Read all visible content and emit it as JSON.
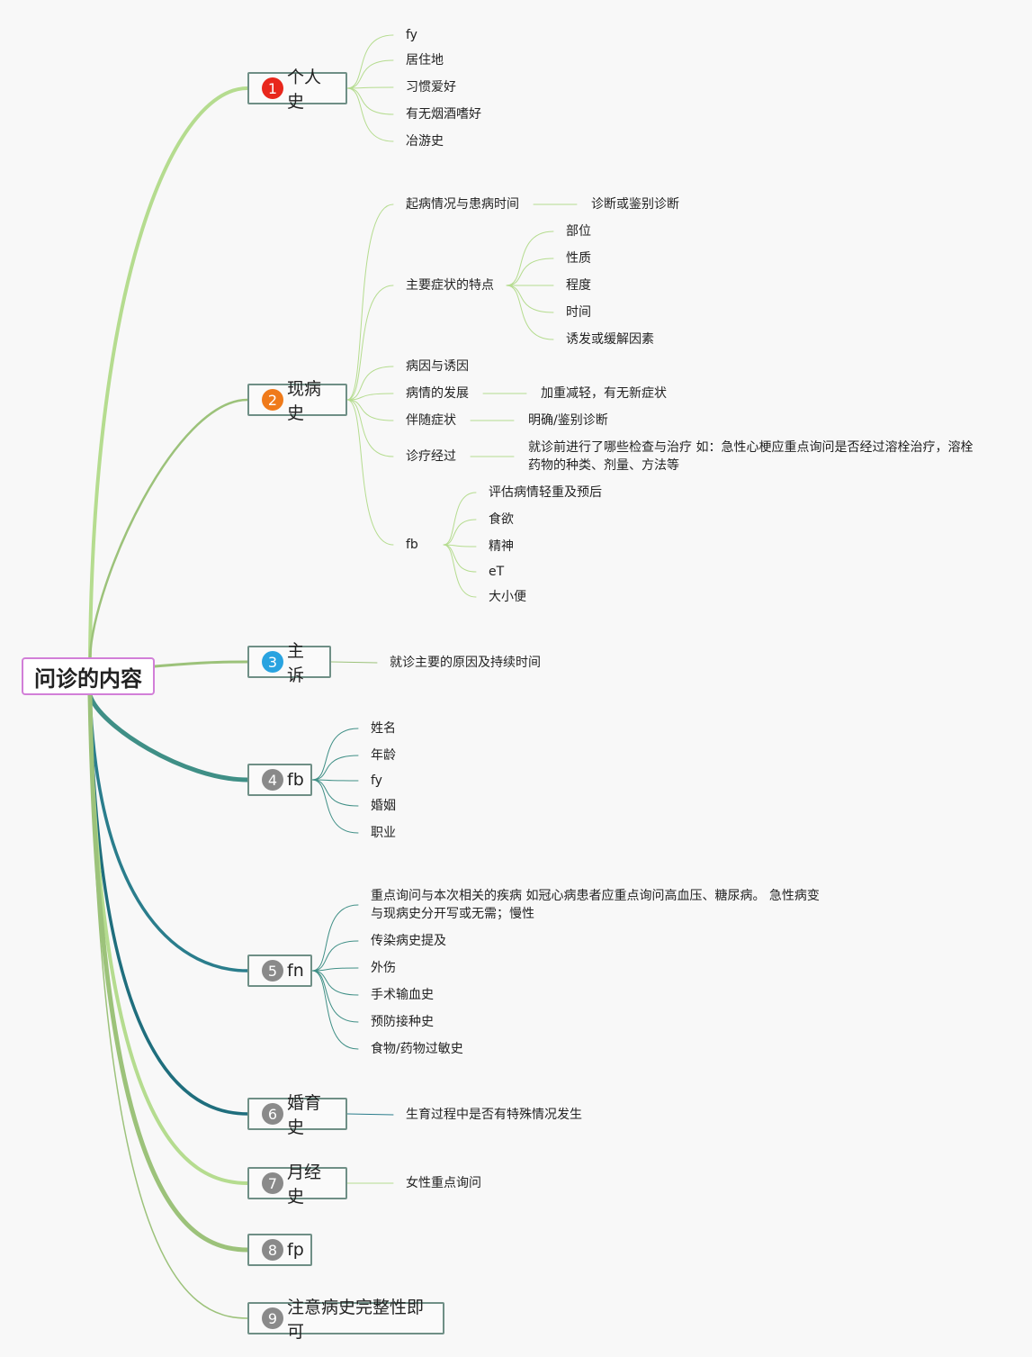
{
  "root": {
    "label": "问诊的内容"
  },
  "colors": {
    "root_border": "#d27fd8",
    "branch_border": "#6f8f86",
    "line_light_green": "#b5dc8f",
    "line_green": "#9cc27a",
    "line_teal": "#3f8f86",
    "line_blue_teal": "#2a7d8c",
    "line_navy_teal": "#1f6e7d",
    "badge_red": "#e8271c",
    "badge_orange": "#ef7a1a",
    "badge_blue": "#29a3e0",
    "badge_gray": "#8a8a8a"
  },
  "branches": [
    {
      "num": "1",
      "label": "个人史",
      "children": [
        {
          "label": "fy"
        },
        {
          "label": "居住地"
        },
        {
          "label": "习惯爱好"
        },
        {
          "label": "有无烟酒嗜好"
        },
        {
          "label": "冶游史"
        }
      ]
    },
    {
      "num": "2",
      "label": "现病史",
      "children": [
        {
          "label": "起病情况与患病时间",
          "children": [
            {
              "label": "诊断或鉴别诊断"
            }
          ]
        },
        {
          "label": "主要症状的特点",
          "children": [
            {
              "label": "部位"
            },
            {
              "label": "性质"
            },
            {
              "label": "程度"
            },
            {
              "label": "时间"
            },
            {
              "label": "诱发或缓解因素"
            }
          ]
        },
        {
          "label": "病因与诱因"
        },
        {
          "label": "病情的发展",
          "children": [
            {
              "label": "加重减轻，有无新症状"
            }
          ]
        },
        {
          "label": "伴随症状",
          "children": [
            {
              "label": "明确/鉴别诊断"
            }
          ]
        },
        {
          "label": "诊疗经过",
          "children": [
            {
              "label": "就诊前进行了哪些检查与治疗 如：急性心梗应重点询问是否经过溶栓治疗，溶栓药物的种类、剂量、方法等"
            }
          ]
        },
        {
          "label": "fb",
          "children": [
            {
              "label": "评估病情轻重及预后"
            },
            {
              "label": "食欲"
            },
            {
              "label": "精神"
            },
            {
              "label": "eT"
            },
            {
              "label": "大小便"
            }
          ]
        }
      ]
    },
    {
      "num": "3",
      "label": "主诉",
      "children": [
        {
          "label": "就诊主要的原因及持续时间"
        }
      ]
    },
    {
      "num": "4",
      "label": "fb",
      "children": [
        {
          "label": "姓名"
        },
        {
          "label": "年龄"
        },
        {
          "label": "fy"
        },
        {
          "label": "婚姻"
        },
        {
          "label": "职业"
        }
      ]
    },
    {
      "num": "5",
      "label": "fn",
      "children": [
        {
          "label": "重点询问与本次相关的疾病 如冠心病患者应重点询问高血压、糖尿病。 急性病变与现病史分开写或无需；慢性"
        },
        {
          "label": "传染病史提及"
        },
        {
          "label": "外伤"
        },
        {
          "label": "手术输血史"
        },
        {
          "label": "预防接种史"
        },
        {
          "label": "食物/药物过敏史"
        }
      ]
    },
    {
      "num": "6",
      "label": "婚育史",
      "children": [
        {
          "label": "生育过程中是否有特殊情况发生"
        }
      ]
    },
    {
      "num": "7",
      "label": "月经史",
      "children": [
        {
          "label": "女性重点询问"
        }
      ]
    },
    {
      "num": "8",
      "label": "fp",
      "children": []
    },
    {
      "num": "9",
      "label": "注意病史完整性即可",
      "children": []
    }
  ]
}
